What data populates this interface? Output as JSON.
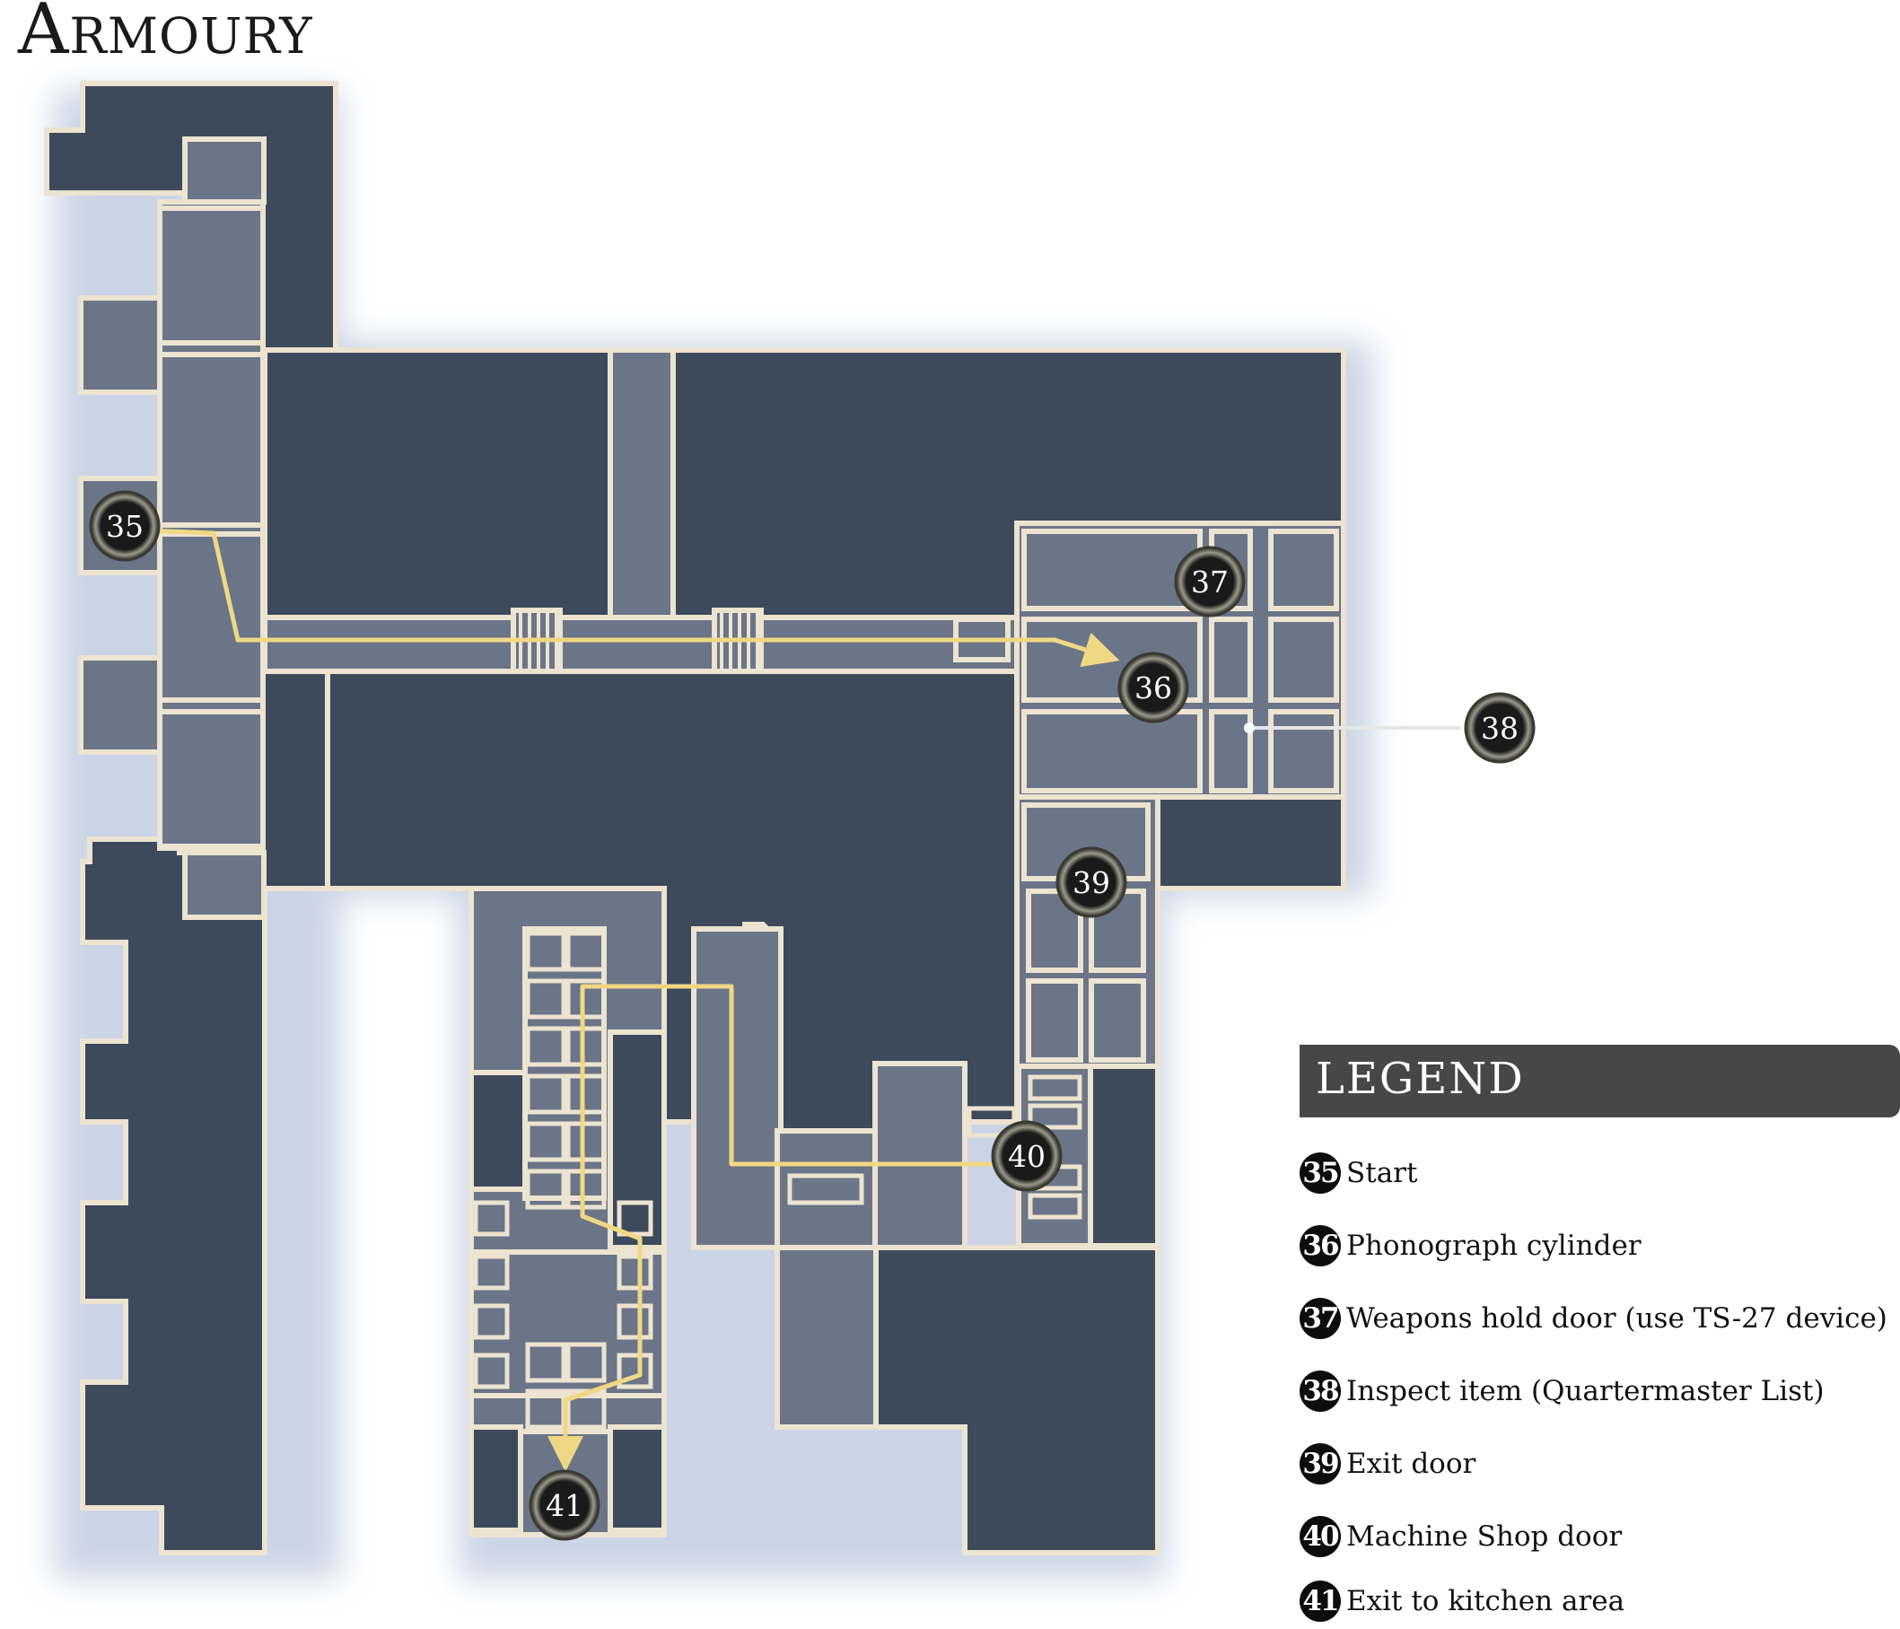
{
  "map": {
    "title": "Armoury",
    "colors": {
      "background": "#ffffff",
      "room_dark": "#3d4a5c",
      "room_light": "#6b7588",
      "wall": "#ece3d0",
      "route": "#f0d783",
      "marker_fill": "#1a1a1a",
      "legend_header": "#474747"
    },
    "markers": [
      {
        "num": "35",
        "label": "Start"
      },
      {
        "num": "36",
        "label": "Phonograph cylinder"
      },
      {
        "num": "37",
        "label": "Weapons hold door (use TS-27 device)"
      },
      {
        "num": "38",
        "label": "Inspect item (Quartermaster List)"
      },
      {
        "num": "39",
        "label": "Exit door"
      },
      {
        "num": "40",
        "label": "Machine Shop door"
      },
      {
        "num": "41",
        "label": "Exit to kitchen area"
      }
    ]
  },
  "legend": {
    "title": "LEGEND",
    "items": [
      {
        "num": "35",
        "label": "Start"
      },
      {
        "num": "36",
        "label": "Phonograph cylinder"
      },
      {
        "num": "37",
        "label": "Weapons hold door (use TS-27 device)"
      },
      {
        "num": "38",
        "label": "Inspect item (Quartermaster List)"
      },
      {
        "num": "39",
        "label": "Exit door"
      },
      {
        "num": "40",
        "label": "Machine Shop door"
      },
      {
        "num": "41",
        "label": "Exit to kitchen area"
      }
    ]
  }
}
